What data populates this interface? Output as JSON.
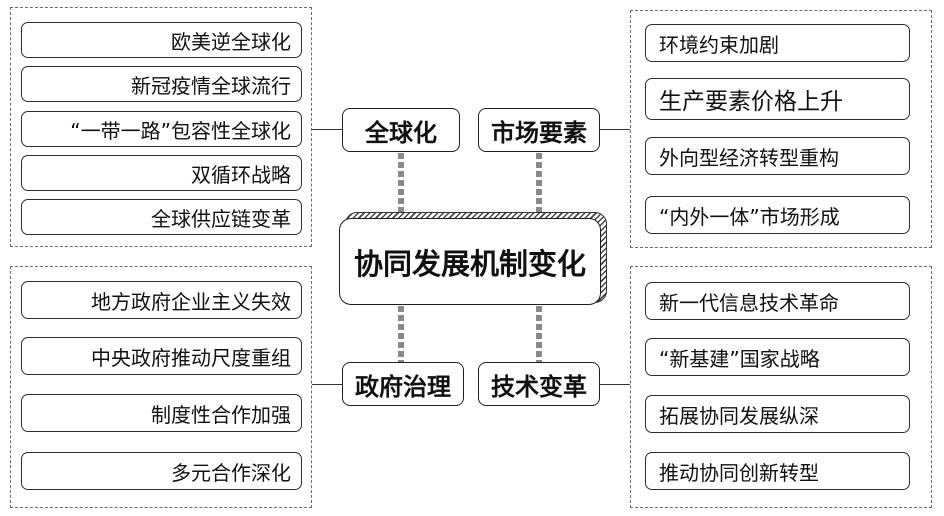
{
  "center": "协同发展机制变化",
  "categories": {
    "globalization": "全球化",
    "market": "市场要素",
    "government": "政府治理",
    "technology": "技术变革"
  },
  "groups": {
    "globalization": [
      "欧美逆全球化",
      "新冠疫情全球流行",
      "“一带一路”包容性全球化",
      "双循环战略",
      "全球供应链变革"
    ],
    "market": [
      "环境约束加剧",
      "生产要素价格上升",
      "外向型经济转型重构",
      "“内外一体”市场形成"
    ],
    "government": [
      "地方政府企业主义失效",
      "中央政府推动尺度重组",
      "制度性合作加强",
      "多元合作深化"
    ],
    "technology": [
      "新一代信息技术革命",
      "“新基建”国家战略",
      "拓展协同发展纵深",
      "推动协同创新转型"
    ]
  }
}
